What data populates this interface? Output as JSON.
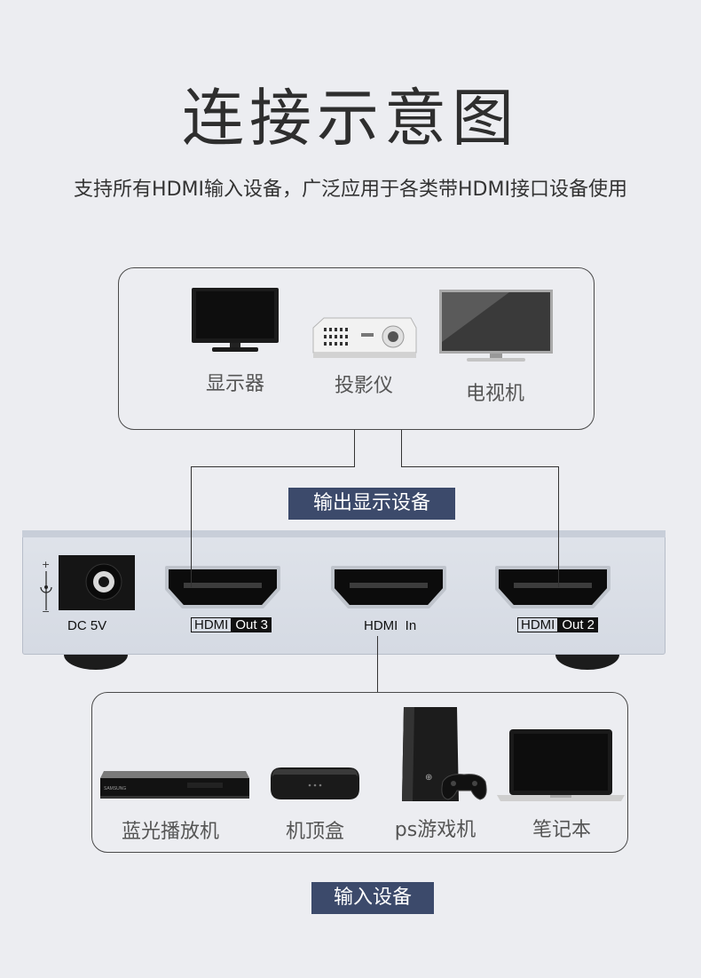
{
  "header": {
    "title": "连接示意图",
    "subtitle": "支持所有HDMI输入设备，广泛应用于各类带HDMI接口设备使用"
  },
  "output_group": {
    "tag": "输出显示设备",
    "devices": [
      {
        "label": "显示器",
        "icon": "monitor-icon"
      },
      {
        "label": "投影仪",
        "icon": "projector-icon"
      },
      {
        "label": "电视机",
        "icon": "tv-icon"
      }
    ]
  },
  "splitter": {
    "power": {
      "label": "DC 5V",
      "plus": "+",
      "minus": "−"
    },
    "ports": {
      "out3": {
        "prefix": "HDMI",
        "suffix": "Out 3"
      },
      "in": {
        "label": "HDMI  In"
      },
      "out2": {
        "prefix": "HDMI",
        "suffix": "Out 2"
      }
    }
  },
  "input_group": {
    "tag": "输入设备",
    "devices": [
      {
        "label": "蓝光播放机",
        "icon": "bluray-player-icon"
      },
      {
        "label": "机顶盒",
        "icon": "set-top-box-icon"
      },
      {
        "label": "ps游戏机",
        "icon": "game-console-icon"
      },
      {
        "label": "笔记本",
        "icon": "laptop-icon"
      }
    ],
    "brand_text": "SAMSUNG"
  }
}
